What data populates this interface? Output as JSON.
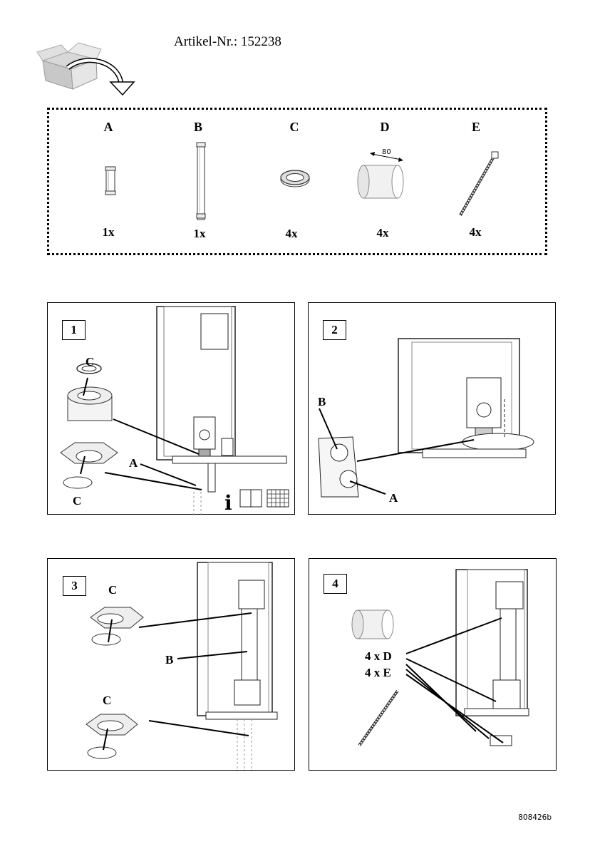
{
  "header": {
    "article_number": "Artikel-Nr.: 152238",
    "box_icon": "open-box-arrow-icon"
  },
  "parts": [
    {
      "letter": "A",
      "qty": "1x",
      "icon": "short-pipe-nipple-icon"
    },
    {
      "letter": "B",
      "qty": "1x",
      "icon": "long-pipe-icon"
    },
    {
      "letter": "C",
      "qty": "4x",
      "icon": "sealing-ring-icon"
    },
    {
      "letter": "D",
      "qty": "4x",
      "icon": "insulation-sleeve-icon",
      "dimension": "80"
    },
    {
      "letter": "E",
      "qty": "4x",
      "icon": "cable-tie-icon"
    }
  ],
  "steps": [
    {
      "number": "1",
      "labels": {
        "c_top": "C",
        "a": "A",
        "c_bottom": "C"
      },
      "info_symbol": "i"
    },
    {
      "number": "2",
      "labels": {
        "b": "B",
        "a": "A"
      }
    },
    {
      "number": "3",
      "labels": {
        "c_top": "C",
        "b": "B",
        "c_bottom": "C"
      }
    },
    {
      "number": "4",
      "labels": {
        "d": "4 x D",
        "e": "4 x E"
      }
    }
  ],
  "footer": {
    "document_code": "808426b"
  }
}
